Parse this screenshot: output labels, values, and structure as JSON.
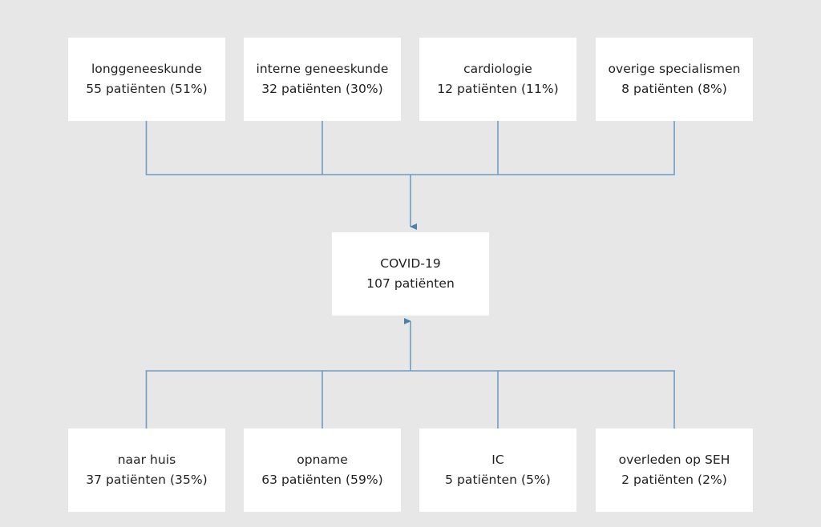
{
  "diagram": {
    "background_color": "#e7e7e7",
    "box_color": "#ffffff",
    "connector_color": "#6e9cc4",
    "arrow_color": "#4f81a8",
    "text_color": "#1f1f1f",
    "center": {
      "title": "COVID-19",
      "subtitle": "107 patiënten"
    },
    "sources": [
      {
        "label": "longgeneeskunde",
        "detail": "55 patiënten (51%)",
        "count": 55,
        "percent": 51
      },
      {
        "label": "interne geneeskunde",
        "detail": "32 patiënten (30%)",
        "count": 32,
        "percent": 30
      },
      {
        "label": "cardiologie",
        "detail": "12 patiënten (11%)",
        "count": 12,
        "percent": 11
      },
      {
        "label": "overige specialismen",
        "detail": "8 patiënten (8%)",
        "count": 8,
        "percent": 8
      }
    ],
    "outcomes": [
      {
        "label": "naar huis",
        "detail": "37 patiënten (35%)",
        "count": 37,
        "percent": 35
      },
      {
        "label": "opname",
        "detail": "63 patiënten (59%)",
        "count": 63,
        "percent": 59
      },
      {
        "label": "IC",
        "detail": "5 patiënten (5%)",
        "count": 5,
        "percent": 5
      },
      {
        "label": "overleden op SEH",
        "detail": "2 patiënten (2%)",
        "count": 2,
        "percent": 2
      }
    ]
  }
}
